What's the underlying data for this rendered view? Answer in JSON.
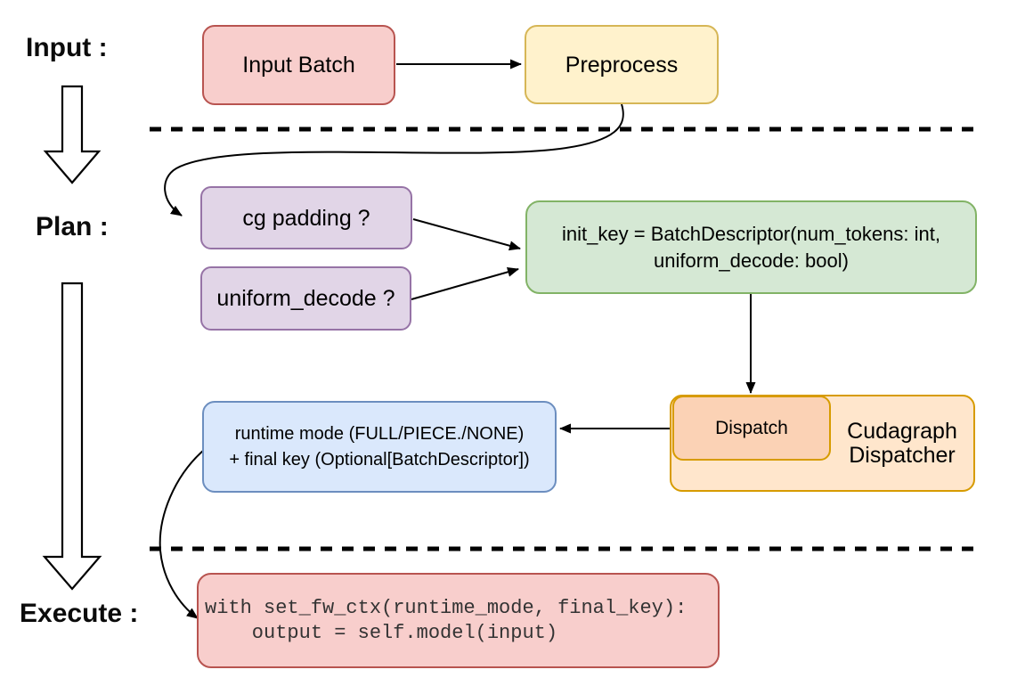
{
  "diagram": {
    "title": "Cudagraph dispatch pipeline (Input / Plan / Execute)",
    "stages": {
      "input": "Input :",
      "plan": "Plan :",
      "execute": "Execute :"
    },
    "nodes": {
      "input_batch": {
        "label": "Input Batch",
        "fill": "#f8cecc",
        "stroke": "#b85450"
      },
      "preprocess": {
        "label": "Preprocess",
        "fill": "#fff2cc",
        "stroke": "#d6b656"
      },
      "cg_padding": {
        "label": "cg padding ?",
        "fill": "#e1d5e7",
        "stroke": "#9673a6"
      },
      "uniform_decode": {
        "label": "uniform_decode ?",
        "fill": "#e1d5e7",
        "stroke": "#9673a6"
      },
      "init_key": {
        "line1": "init_key = BatchDescriptor(num_tokens: int,",
        "line2": "uniform_decode: bool)",
        "fill": "#d5e8d4",
        "stroke": "#82b366"
      },
      "dispatch": {
        "label": "Dispatch",
        "fill": "#fbd2b5",
        "stroke": "#d79b00"
      },
      "cudagraph_dispatcher": {
        "line1": "Cudagraph",
        "line2": "Dispatcher",
        "fill": "#ffe6cc",
        "stroke": "#d79b00"
      },
      "runtime_mode": {
        "line1": "runtime mode (FULL/PIECE./NONE)",
        "line2": "+ final key (Optional[BatchDescriptor])",
        "fill": "#dae8fc",
        "stroke": "#6c8ebf"
      },
      "execute_code": {
        "line1": "with set_fw_ctx(runtime_mode, final_key):",
        "line2": "    output = self.model(input)",
        "fill": "#f8cecc",
        "stroke": "#b85450"
      }
    },
    "edges": [
      {
        "from": "input_batch",
        "to": "preprocess"
      },
      {
        "from": "preprocess",
        "to": "cg_padding"
      },
      {
        "from": "cg_padding",
        "to": "init_key"
      },
      {
        "from": "uniform_decode",
        "to": "init_key"
      },
      {
        "from": "init_key",
        "to": "dispatch"
      },
      {
        "from": "dispatch",
        "to": "runtime_mode"
      },
      {
        "from": "runtime_mode",
        "to": "execute_code"
      },
      {
        "from": "stage_input",
        "to": "stage_plan"
      },
      {
        "from": "stage_plan",
        "to": "stage_execute"
      }
    ],
    "divider_color": "#000000",
    "connector_color": "#000000"
  }
}
